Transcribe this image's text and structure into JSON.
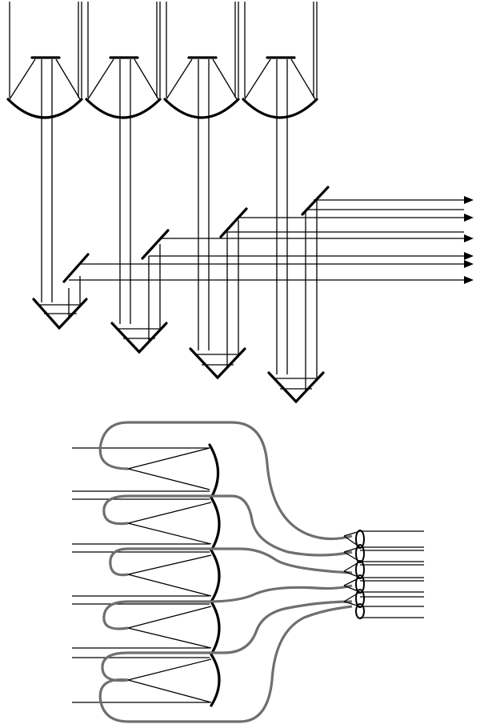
{
  "diagram": {
    "top_section": {
      "telescope_units": 4,
      "beams_per_unit": 2,
      "output_arrows": 6,
      "element_types": [
        "secondary-mirror",
        "primary-mirror",
        "pickoff-mirror",
        "retroreflector",
        "output-arrow"
      ]
    },
    "bottom_section": {
      "primary_mirrors": 5,
      "fiber_loops": 6,
      "output_lenslets": 6
    },
    "colors": {
      "optics": "#000000",
      "fiber": "#6f6f6f",
      "background": "#ffffff"
    }
  }
}
